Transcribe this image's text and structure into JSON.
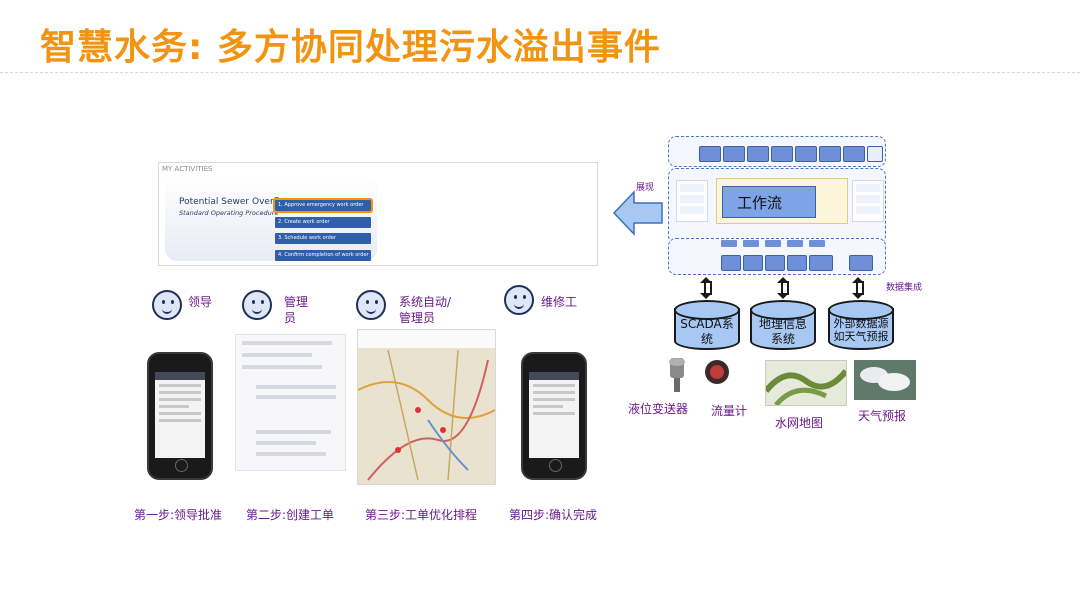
{
  "title": "智慧水务: 多方协同处理污水溢出事件",
  "activities": {
    "header": "MY ACTIVITIES",
    "title": "Potential Sewer Overflow",
    "subtitle": "Standard Operating Procedure",
    "steps": [
      "1. Approve emergency work order",
      "2. Create work order",
      "3. Schedule work order",
      "4. Confirm completion of work order"
    ]
  },
  "roles": [
    "领导",
    "管理员",
    "系统自动/管理员",
    "维修工"
  ],
  "steps": [
    "第一步:领导批准",
    "第二步:创建工单",
    "第三步:工单优化排程",
    "第四步:确认完成"
  ],
  "architecture": {
    "arrow_label": "展现",
    "workflow": "工作流",
    "data_integration": "数据集成",
    "databases": [
      "SCADA系统",
      "地理信息系统",
      "外部数据源如天气预报"
    ],
    "devices": [
      "液位变送器",
      "流量计",
      "水网地图",
      "天气预报"
    ]
  },
  "colors": {
    "title": "#f29412",
    "label": "#6a1a8a",
    "accent": "#2f5fa8"
  }
}
